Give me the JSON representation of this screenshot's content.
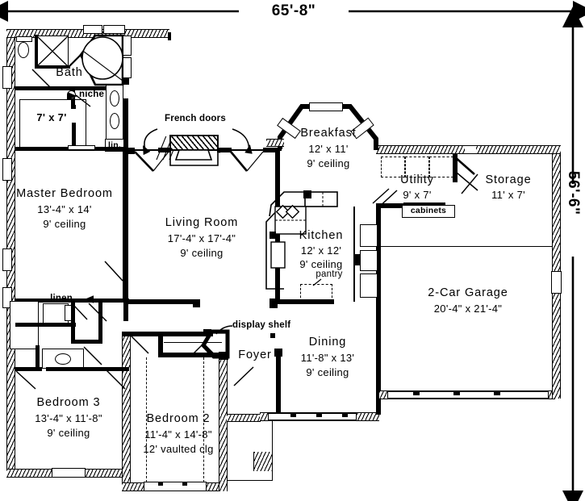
{
  "plan": {
    "overall_width_label": "65'-8\"",
    "overall_height_label": "56'-6\""
  },
  "rooms": [
    {
      "id": "bath",
      "name": "Bath",
      "dim": "",
      "ceiling": ""
    },
    {
      "id": "closet7x7",
      "name": "",
      "dim": "7' x 7'",
      "ceiling": ""
    },
    {
      "id": "master",
      "name": "Master Bedroom",
      "dim": "13'-4\" x 14'",
      "ceiling": "9' ceiling"
    },
    {
      "id": "living",
      "name": "Living Room",
      "dim": "17'-4\" x 17'-4\"",
      "ceiling": "9' ceiling"
    },
    {
      "id": "breakfast",
      "name": "Breakfast",
      "dim": "12' x 11'",
      "ceiling": "9' ceiling"
    },
    {
      "id": "kitchen",
      "name": "Kitchen",
      "dim": "12' x 12'",
      "ceiling": "9' ceiling"
    },
    {
      "id": "utility",
      "name": "Utility",
      "dim": "9' x 7'",
      "ceiling": ""
    },
    {
      "id": "storage",
      "name": "Storage",
      "dim": "11' x 7'",
      "ceiling": ""
    },
    {
      "id": "garage",
      "name": "2-Car Garage",
      "dim": "20'-4\" x 21'-4\"",
      "ceiling": ""
    },
    {
      "id": "dining",
      "name": "Dining",
      "dim": "11'-8\" x 13'",
      "ceiling": "9' ceiling"
    },
    {
      "id": "foyer",
      "name": "Foyer",
      "dim": "",
      "ceiling": ""
    },
    {
      "id": "bedroom3",
      "name": "Bedroom 3",
      "dim": "13'-4\" x 11'-8\"",
      "ceiling": "9' ceiling"
    },
    {
      "id": "bedroom2",
      "name": "Bedroom 2",
      "dim": "11'-4\" x 14'-8\"",
      "ceiling": "12' vaulted clg"
    }
  ],
  "annotations": {
    "niche": "niche",
    "linen_closet": "lin.",
    "linen": "linen",
    "french_doors": "French doors",
    "pantry": "pantry",
    "cabinets": "cabinets",
    "display_shelf": "display shelf"
  },
  "colors": {
    "ink": "#000000",
    "paper": "#ffffff"
  }
}
